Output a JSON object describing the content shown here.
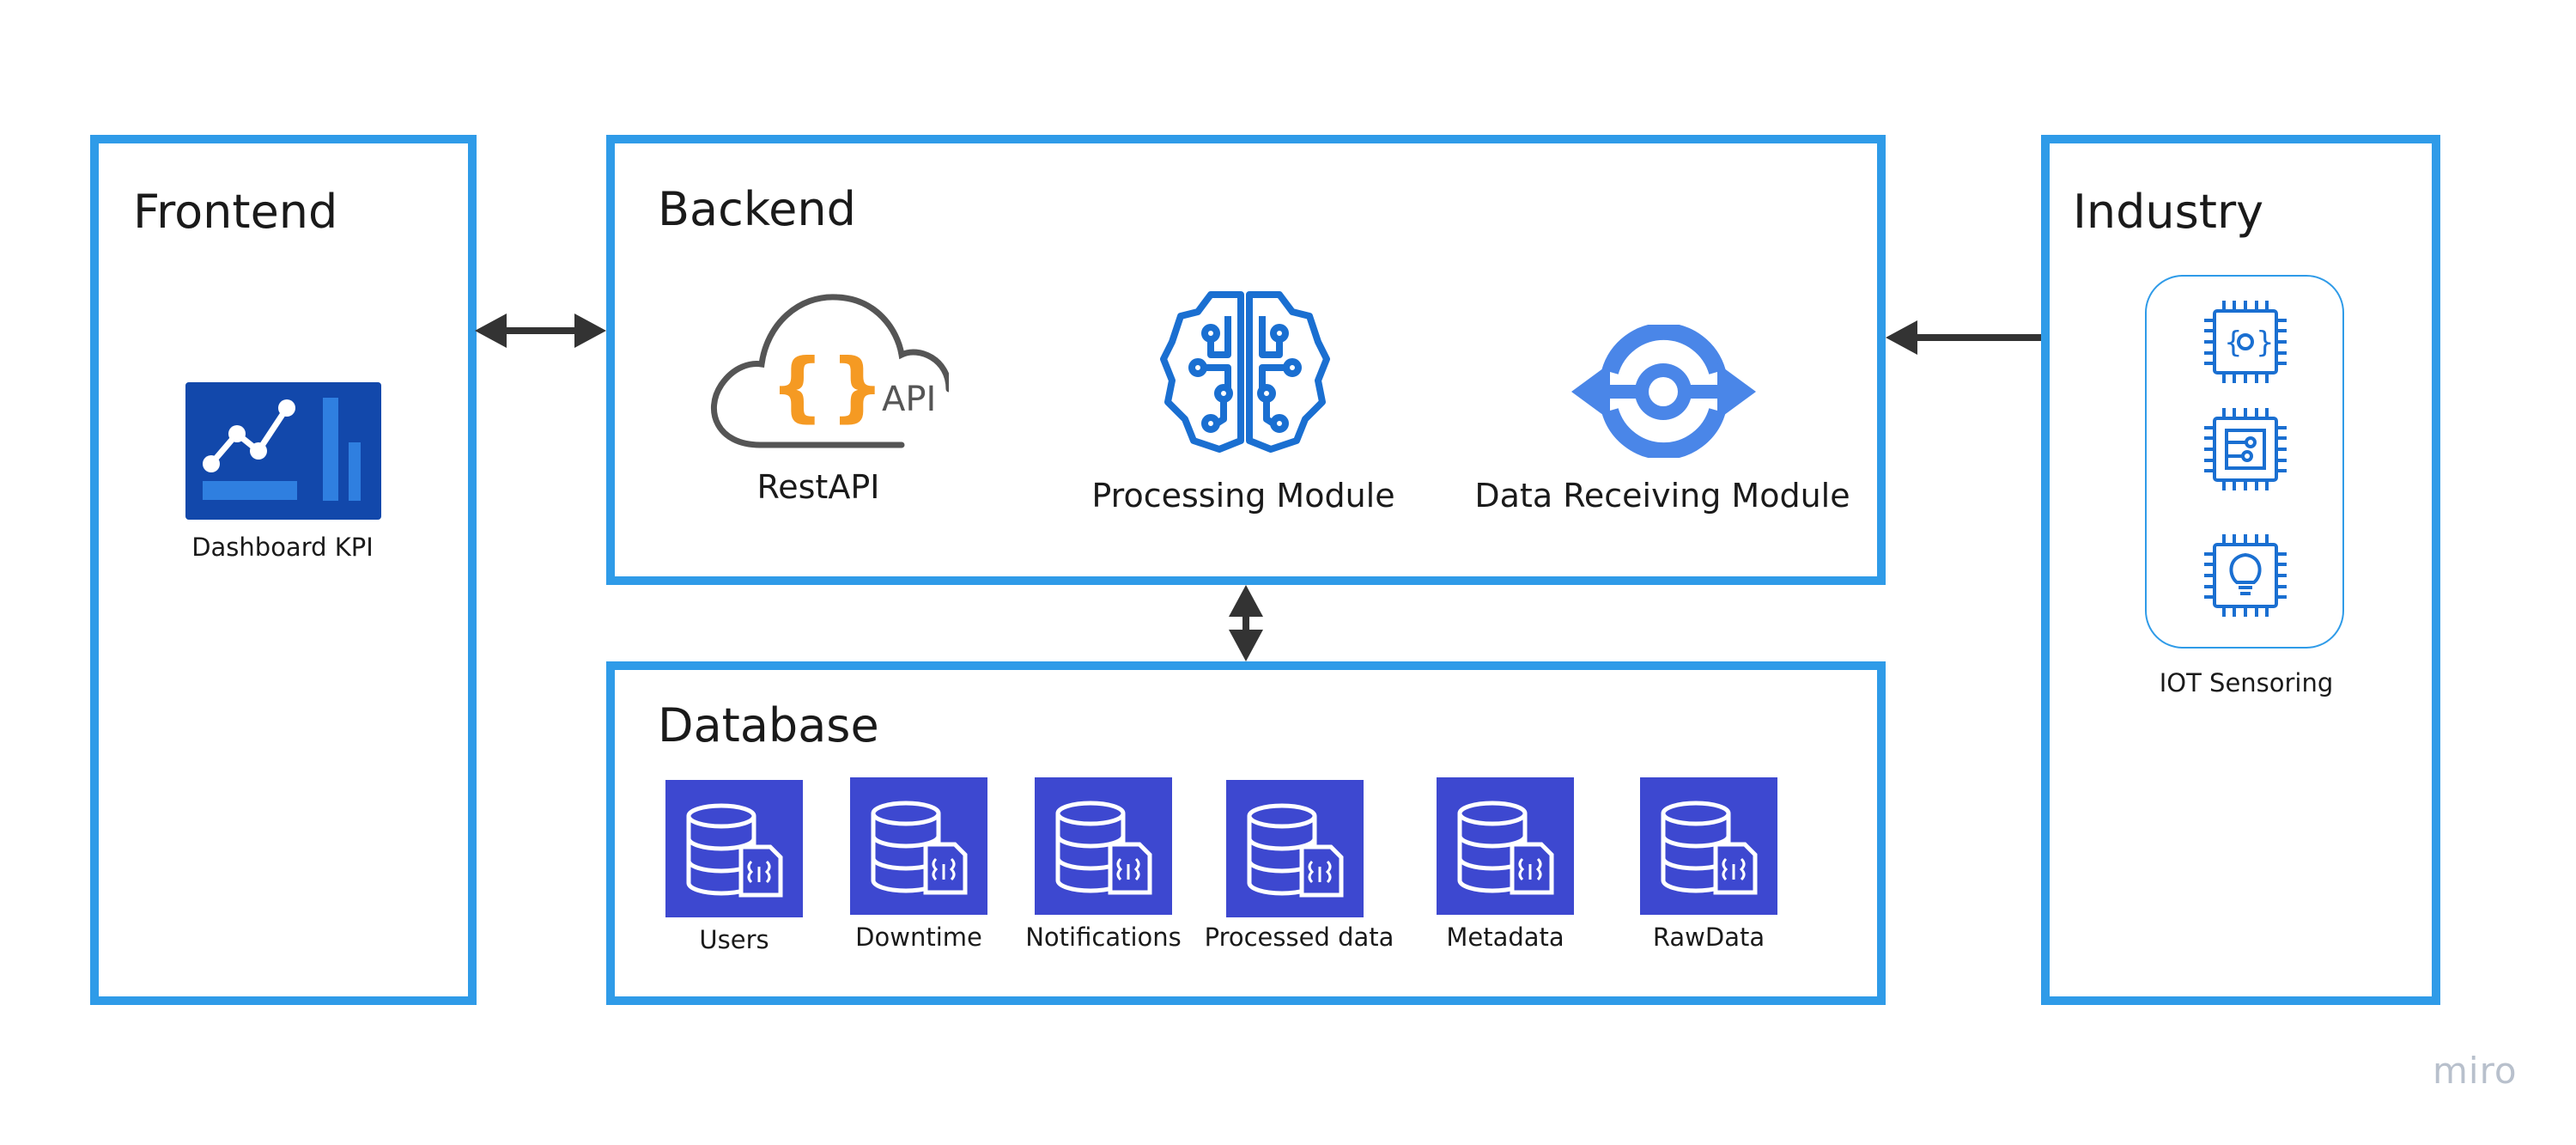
{
  "frontend": {
    "title": "Frontend",
    "dashboard_label": "Dashboard KPI"
  },
  "backend": {
    "title": "Backend",
    "modules": [
      {
        "label": "RestAPI",
        "icon": "rest-api-cloud-icon",
        "icon_text": "API"
      },
      {
        "label": "Processing Module",
        "icon": "brain-circuit-icon"
      },
      {
        "label": "Data Receiving Module",
        "icon": "data-exchange-icon"
      }
    ]
  },
  "database": {
    "title": "Database",
    "stores": [
      {
        "label": "Users"
      },
      {
        "label": "Downtime"
      },
      {
        "label": "Notifications"
      },
      {
        "label": "Processed data"
      },
      {
        "label": "Metadata"
      },
      {
        "label": "RawData"
      }
    ]
  },
  "industry": {
    "title": "Industry",
    "sensors_label": "IOT Sensoring",
    "sensors": [
      "chip-code-icon",
      "chip-circuit-icon",
      "chip-bulb-icon"
    ]
  },
  "connections": [
    {
      "from": "frontend",
      "to": "backend",
      "direction": "bidirectional"
    },
    {
      "from": "backend",
      "to": "database",
      "direction": "bidirectional"
    },
    {
      "from": "industry",
      "to": "backend",
      "direction": "one-way"
    }
  ],
  "watermark": "miro",
  "colors": {
    "box_border": "#2f9be8",
    "db_tile": "#3d48d0",
    "icon_blue": "#1a6fd1",
    "api_orange": "#f59a23",
    "arrow": "#333333"
  }
}
